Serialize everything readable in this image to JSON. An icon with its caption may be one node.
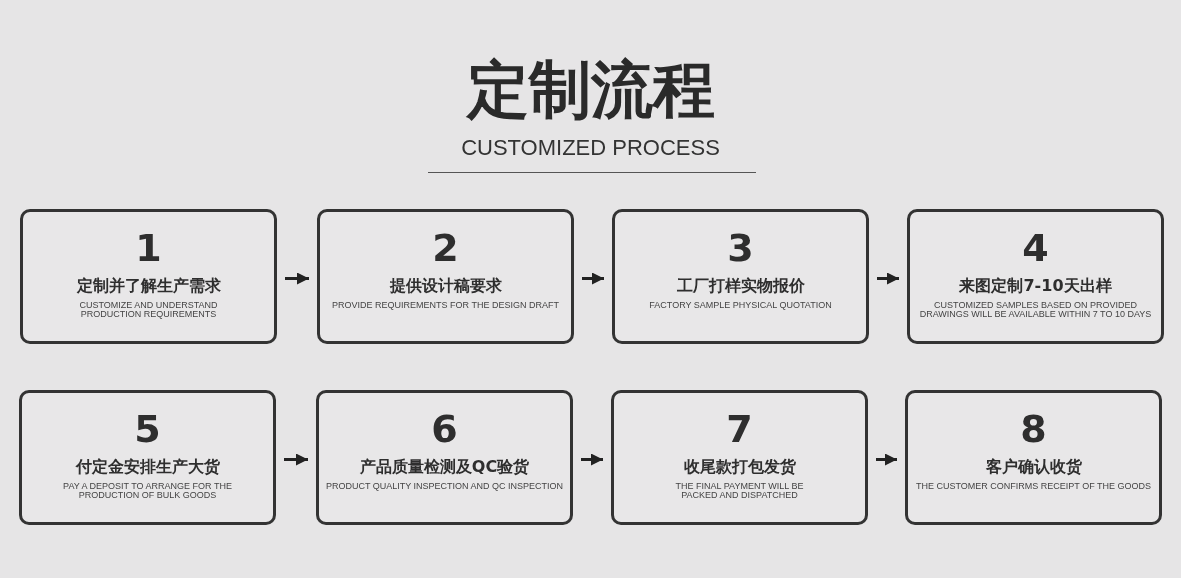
{
  "diagram": {
    "title": "定制流程",
    "nodes": [
      {
        "text": [
          "1",
          "定制并了解生产需求",
          "CUSTOMIZE AND UNDERSTAND PRODUCTION REQUIREMENTS"
        ]
      },
      {
        "text": [
          "2",
          "提供设计稿要求",
          "PROVIDE REQUIREMENTS FOR THE DESIGN DRAFT"
        ]
      },
      {
        "text": [
          "3",
          "工厂打样实物报价",
          "FACTORY SAMPLE PHYSICAL QUOTATION"
        ]
      },
      {
        "text": [
          "4",
          "来图定制7-10天出样",
          "CUSTOMIZED SAMPLES BASED ON PROVIDED DRAWINGS WILL BE AVAILABLE WITHIN 7 TO 10 DAYS"
        ]
      },
      {
        "text": [
          "5",
          "付定金安排生产大货",
          "PAY A DEPOSIT TO ARRANGE FOR THE PRODUCTION OF BULK GOODS"
        ]
      },
      {
        "text": [
          "6",
          "产品质量检测及QC验货",
          "PRODUCT QUALITY INSPECTION AND QC INSPECTION"
        ]
      },
      {
        "text": [
          "7",
          "收尾款打包发货",
          "THE FINAL PAYMENT WILL BE PACKED AND DISPATCHED"
        ]
      },
      {
        "text": [
          "8",
          "客户确认收货",
          "THE CUSTOMER CONFIRMS RECEIPT OF THE GOODS"
        ]
      }
    ],
    "edges": [
      {
        "from": 0,
        "to": 1,
        "arrow": "to"
      },
      {
        "from": 1,
        "to": 2,
        "arrow": "to"
      },
      {
        "from": 2,
        "to": 3,
        "arrow": "to"
      },
      {
        "from": 4,
        "to": 5,
        "arrow": "to"
      },
      {
        "from": 5,
        "to": 6,
        "arrow": "to"
      },
      {
        "from": 6,
        "to": 7,
        "arrow": "to"
      }
    ],
    "labels": [
      "CUSTOMIZED PROCESS"
    ]
  }
}
